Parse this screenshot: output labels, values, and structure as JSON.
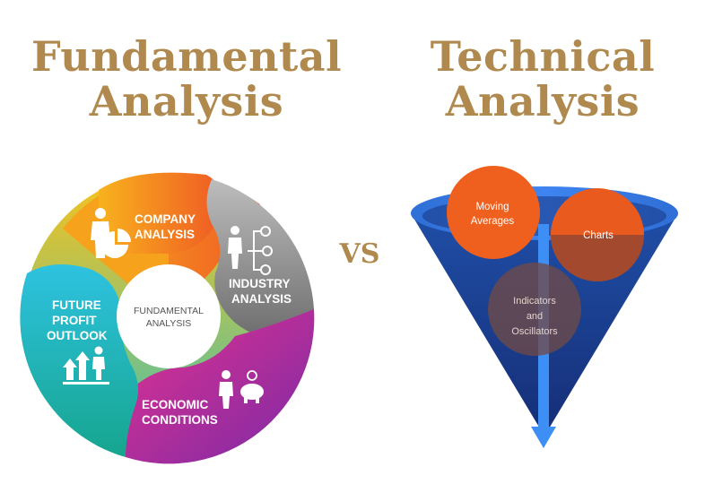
{
  "left_title": {
    "line1": "Fundamental",
    "line2": "Analysis"
  },
  "right_title": {
    "line1": "Technical",
    "line2": "Analysis"
  },
  "vs_label": "VS",
  "wheel": {
    "center": {
      "line1": "FUNDAMENTAL",
      "line2": "ANALYSIS"
    },
    "segments": [
      {
        "line1": "COMPANY",
        "line2": "ANALYSIS",
        "icon": "businessman-pie-chart-icon",
        "color": "#f26b21"
      },
      {
        "line1": "INDUSTRY",
        "line2": "ANALYSIS",
        "icon": "businessman-network-icon",
        "color": "#8a8a8a"
      },
      {
        "line1": "ECONOMIC",
        "line2": "CONDITIONS",
        "icon": "businessman-piggy-bank-icon",
        "color": "#c2239a"
      },
      {
        "line1": "FUTURE",
        "line2": "PROFIT",
        "line3": "OUTLOOK",
        "icon": "growth-arrows-icon",
        "color": "#1cb6d4"
      }
    ]
  },
  "funnel": {
    "circles": [
      {
        "line1": "Moving",
        "line2": "Averages"
      },
      {
        "line1": "Charts"
      },
      {
        "line1": "Indicators",
        "line2": "and",
        "line3": "Oscillators"
      }
    ]
  }
}
